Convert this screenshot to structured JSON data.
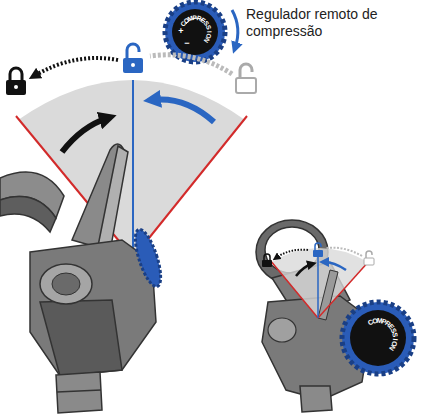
{
  "diagram": {
    "labels": [
      "COMPRESSION",
      "+",
      "−",
      "Regulador remoto de compressão",
      "COMPRESSION"
    ]
  }
}
